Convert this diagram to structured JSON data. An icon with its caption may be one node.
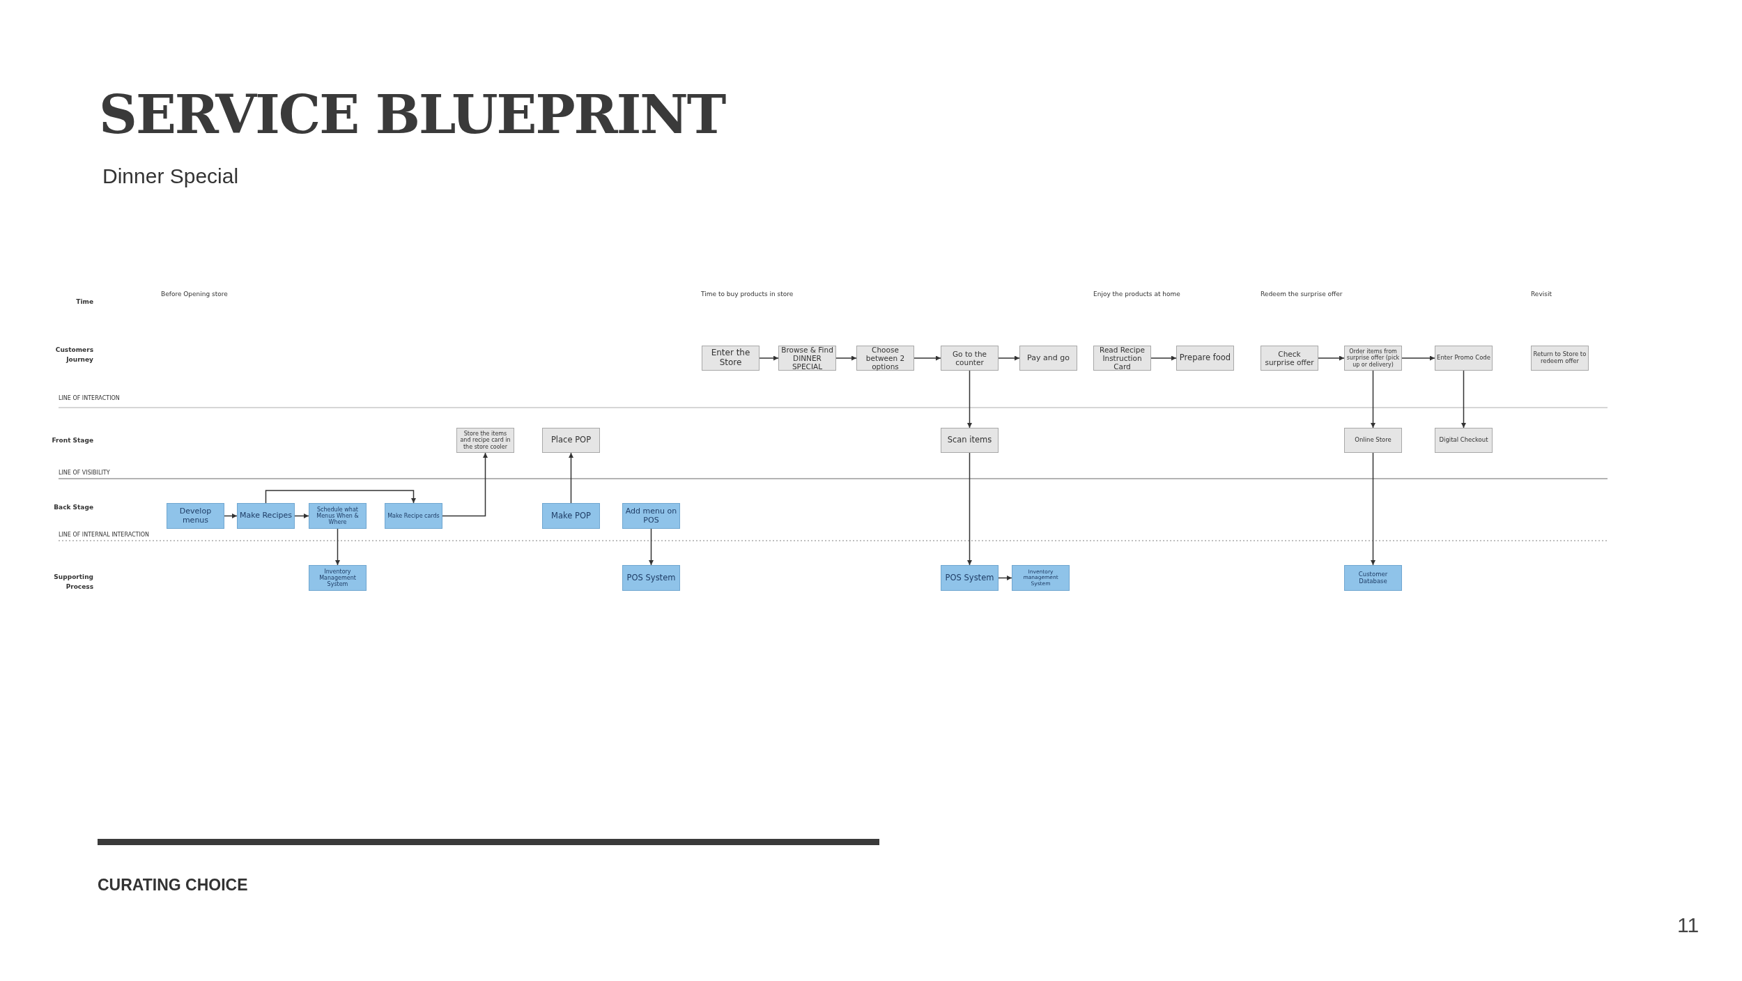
{
  "diagram": {
    "title": "SERVICE BLUEPRINT",
    "nodes": [
      {
        "text": [
          "Enter the Store"
        ]
      },
      {
        "text": [
          "Browse & Find DINNER SPECIAL"
        ]
      },
      {
        "text": [
          "Choose between 2 options"
        ]
      },
      {
        "text": [
          "Go to the counter"
        ]
      },
      {
        "text": [
          "Pay and go"
        ]
      },
      {
        "text": [
          "Read Recipe Instruction Card"
        ]
      },
      {
        "text": [
          "Prepare food"
        ]
      },
      {
        "text": [
          "Check surprise offer"
        ]
      },
      {
        "text": [
          "Order items from surprise offer (pick up or delivery)"
        ]
      },
      {
        "text": [
          "Enter Promo Code"
        ]
      },
      {
        "text": [
          "Return to Store to redeem offer"
        ]
      },
      {
        "text": [
          "Store the items and recipe card in the store cooler"
        ]
      },
      {
        "text": [
          "Place POP"
        ]
      },
      {
        "text": [
          "Scan items"
        ]
      },
      {
        "text": [
          "Online Store"
        ]
      },
      {
        "text": [
          "Digital Checkout"
        ]
      },
      {
        "text": [
          "Develop menus"
        ]
      },
      {
        "text": [
          "Make Recipes"
        ]
      },
      {
        "text": [
          "Schedule what Menus When & Where"
        ]
      },
      {
        "text": [
          "Make Recipe cards"
        ]
      },
      {
        "text": [
          "Make POP"
        ]
      },
      {
        "text": [
          "Add menu on POS"
        ]
      },
      {
        "text": [
          "Inventory Management System"
        ]
      },
      {
        "text": [
          "POS System"
        ]
      },
      {
        "text": [
          "POS System"
        ]
      },
      {
        "text": [
          "Inventory management System"
        ]
      },
      {
        "text": [
          "Customer Database"
        ]
      }
    ],
    "edges": [
      {
        "from": 16,
        "to": 17,
        "arrow": "to"
      },
      {
        "from": 17,
        "to": 18,
        "arrow": "to"
      },
      {
        "from": 17,
        "to": 19,
        "arrow": "to"
      },
      {
        "from": 19,
        "to": 11,
        "arrow": "to"
      },
      {
        "from": 18,
        "to": 22,
        "arrow": "to"
      },
      {
        "from": 20,
        "to": 12,
        "arrow": "to"
      },
      {
        "from": 21,
        "to": 23,
        "arrow": "to"
      },
      {
        "from": 0,
        "to": 1,
        "arrow": "to"
      },
      {
        "from": 1,
        "to": 2,
        "arrow": "to"
      },
      {
        "from": 2,
        "to": 3,
        "arrow": "to"
      },
      {
        "from": 3,
        "to": 4,
        "arrow": "to"
      },
      {
        "from": 3,
        "to": 13,
        "arrow": "to"
      },
      {
        "from": 13,
        "to": 24,
        "arrow": "to"
      },
      {
        "from": 24,
        "to": 25,
        "arrow": "to"
      },
      {
        "from": 5,
        "to": 6,
        "arrow": "to"
      },
      {
        "from": 7,
        "to": 8,
        "arrow": "to"
      },
      {
        "from": 8,
        "to": 9,
        "arrow": "to"
      },
      {
        "from": 8,
        "to": 14,
        "arrow": "to"
      },
      {
        "from": 9,
        "to": 15,
        "arrow": "to"
      },
      {
        "from": 14,
        "to": 26,
        "arrow": "to"
      }
    ],
    "labels": [
      "Dinner Special",
      "Time",
      "Before Opening store",
      "Time to buy products in store",
      "Enjoy the products at home",
      "Redeem the surprise offer",
      "Revisit",
      "Customers Journey",
      "LINE OF INTERACTION",
      "Front Stage",
      "LINE OF VISIBILITY",
      "Back Stage",
      "LINE OF INTERNAL INTERACTION",
      "Supporting Process",
      "CURATING CHOICE",
      "11"
    ]
  }
}
